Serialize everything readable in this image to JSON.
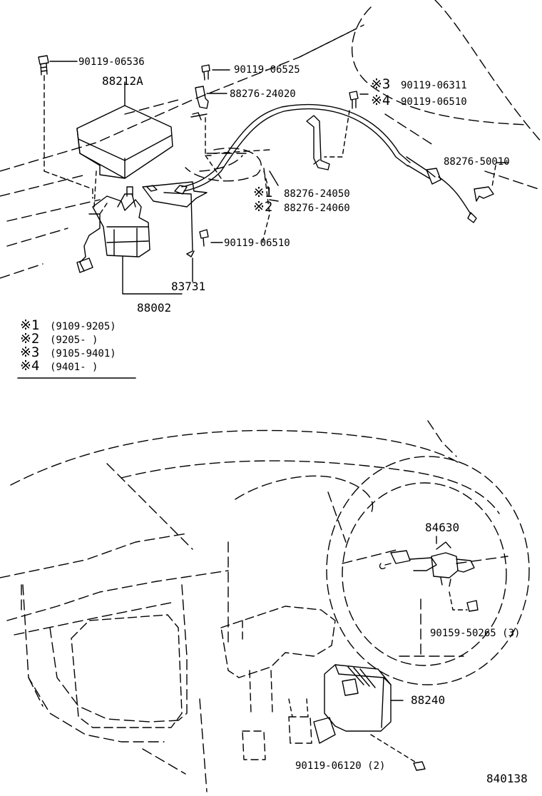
{
  "parts": {
    "bolt_top_left": "90119-06536",
    "computer_cover": "88212A",
    "bolt_bracket_top": "90119-06525",
    "bracket_24020": "88276-24020",
    "bolt_x3": "90119-06311",
    "bolt_x4": "90119-06510",
    "bracket_50010": "88276-50010",
    "cable_x1": "88276-24050",
    "cable_x2": "88276-24060",
    "bolt_mid": "90119-06510",
    "actuator": "83731",
    "assembly": "88002",
    "switch": "84630",
    "screw_switch": "90159-50265 (3)",
    "ecu": "88240",
    "bolt_ecu": "90119-06120 (2)",
    "diagram_id": "840138"
  },
  "markers": {
    "m1": "※1",
    "m2": "※2",
    "m3": "※3",
    "m4": "※4"
  },
  "legend": [
    {
      "mark": "※1",
      "range": "(9109-9205)"
    },
    {
      "mark": "※2",
      "range": "(9205-      )"
    },
    {
      "mark": "※3",
      "range": "(9105-9401)"
    },
    {
      "mark": "※4",
      "range": "(9401-      )"
    }
  ]
}
